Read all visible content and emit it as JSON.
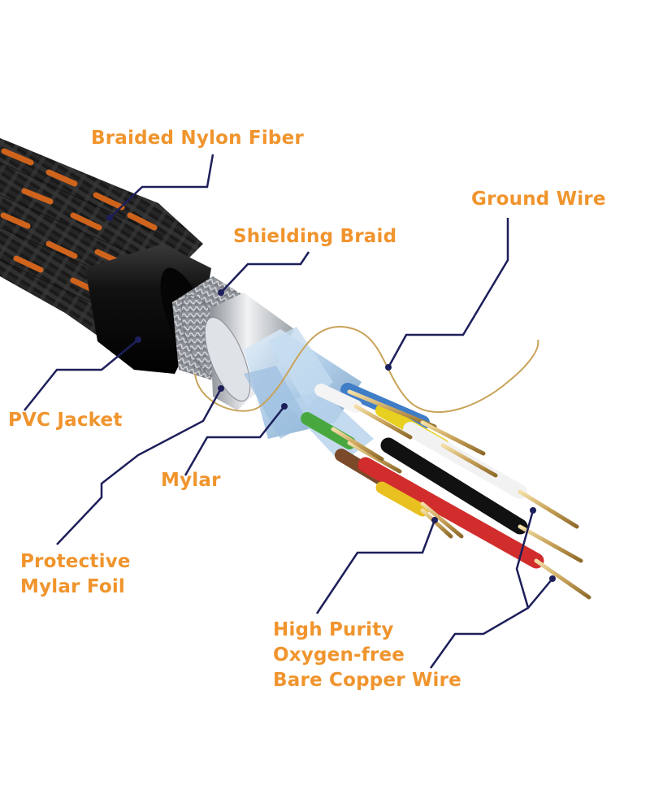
{
  "labels": {
    "braided_nylon_fiber": "Braided Nylon Fiber",
    "shielding_braid": "Shielding Braid",
    "ground_wire": "Ground Wire",
    "pvc_jacket": "PVC Jacket",
    "mylar": "Mylar",
    "protective_mylar_foil": [
      "Protective",
      "Mylar Foil"
    ],
    "copper_wire": [
      "High Purity",
      "Oxygen-free",
      "Bare Copper Wire"
    ]
  },
  "colors": {
    "label_text": "#f0942d",
    "leader_line": "#1d1f5a",
    "braid_orange": "#d9671c",
    "braid_black": "#1a1a1a",
    "jacket_black": "#0c0c0c",
    "foil_silver": "#c9ccd0",
    "mylar_blue": "#a8c8e4",
    "copper_gold": "#c9a35a"
  },
  "icons": {
    "cable": "cable-cross-section-illustration"
  }
}
